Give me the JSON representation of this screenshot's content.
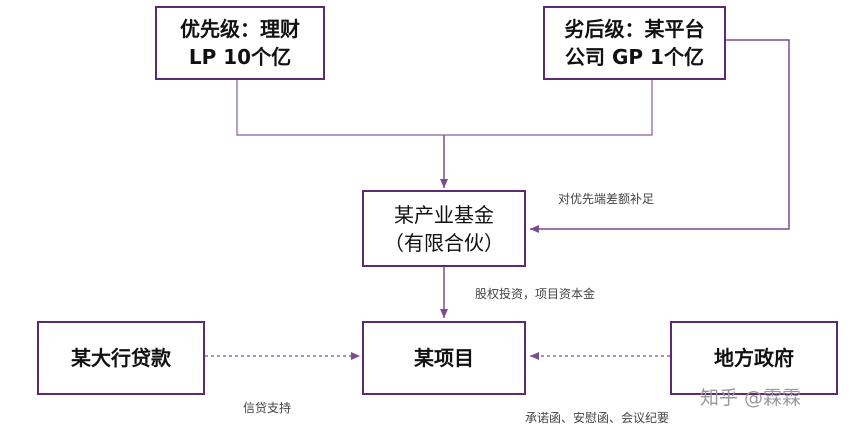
{
  "nodes": {
    "senior_lp": {
      "line1": "优先级：理财",
      "line2": "LP 10个亿"
    },
    "junior_gp": {
      "line1": "劣后级：某平台",
      "line2": "公司 GP 1个亿"
    },
    "fund": {
      "line1": "某产业基金",
      "line2": "（有限合伙）"
    },
    "bank_loan": {
      "label": "某大行贷款"
    },
    "project": {
      "label": "某项目"
    },
    "local_gov": {
      "label": "地方政府"
    }
  },
  "edges": {
    "gp_to_fund": "对优先端差额补足",
    "fund_to_project": "股权投资，项目资本金",
    "bank_to_project": "信贷支持",
    "gov_to_project": "承诺函、安慰函、会议纪要"
  },
  "watermark": "知乎 @霖霖",
  "colors": {
    "line": "#7a4a93",
    "border": "#5b2a73"
  }
}
